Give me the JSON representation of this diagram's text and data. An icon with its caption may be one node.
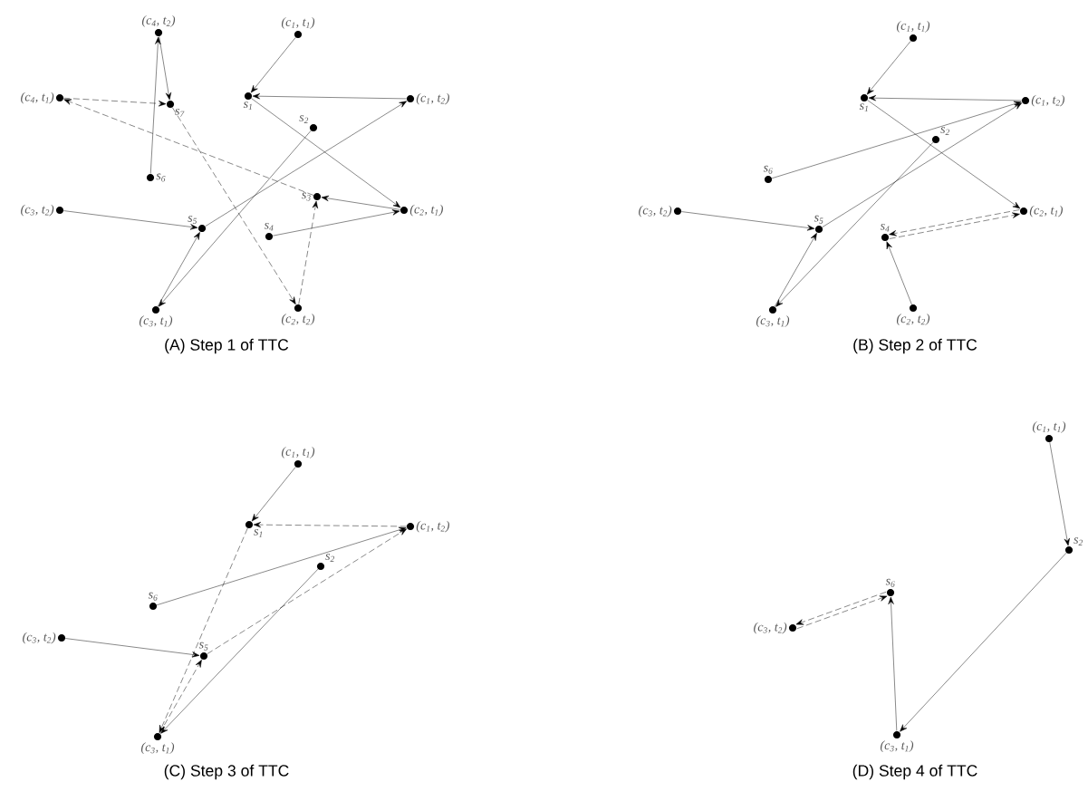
{
  "diagram": {
    "nodes": [
      {
        "text": [
          "(c$_{4}$, t$_{2}$)"
        ]
      },
      {
        "text": [
          "(c$_{1}$, t$_{1}$)"
        ]
      },
      {
        "text": [
          "(c$_{4}$, t$_{1}$)"
        ]
      },
      {
        "text": [
          "s$_{7}$"
        ]
      },
      {
        "text": [
          "s$_{1}$"
        ]
      },
      {
        "text": [
          "(c$_{1}$, t$_{2}$)"
        ]
      },
      {
        "text": [
          "s$_{2}$"
        ]
      },
      {
        "text": [
          "s$_{6}$"
        ]
      },
      {
        "text": [
          "(c$_{3}$, t$_{2}$)"
        ]
      },
      {
        "text": [
          "s$_{3}$"
        ]
      },
      {
        "text": [
          "(c$_{2}$, t$_{1}$)"
        ]
      },
      {
        "text": [
          "s$_{5}$"
        ]
      },
      {
        "text": [
          "s$_{4}$"
        ]
      },
      {
        "text": [
          "(c$_{3}$, t$_{1}$)"
        ]
      },
      {
        "text": [
          "(c$_{2}$, t$_{2}$)"
        ]
      },
      {
        "text": [
          "(c$_{1}$, t$_{1}$)"
        ]
      },
      {
        "text": [
          "s$_{1}$"
        ]
      },
      {
        "text": [
          "(c$_{1}$, t$_{2}$)"
        ]
      },
      {
        "text": [
          "s$_{2}$"
        ]
      },
      {
        "text": [
          "s$_{6}$"
        ]
      },
      {
        "text": [
          "(c$_{3}$, t$_{2}$)"
        ]
      },
      {
        "text": [
          "s$_{5}$"
        ]
      },
      {
        "text": [
          "(c$_{2}$, t$_{1}$)"
        ]
      },
      {
        "text": [
          "s$_{4}$"
        ]
      },
      {
        "text": [
          "(c$_{3}$, t$_{1}$)"
        ]
      },
      {
        "text": [
          "(c$_{2}$, t$_{2}$)"
        ]
      },
      {
        "text": [
          "(c$_{1}$, t$_{1}$)"
        ]
      },
      {
        "text": [
          "s$_{1}$"
        ]
      },
      {
        "text": [
          "(c$_{1}$, t$_{2}$)"
        ]
      },
      {
        "text": [
          "s$_{2}$"
        ]
      },
      {
        "text": [
          "s$_{6}$"
        ]
      },
      {
        "text": [
          "(c$_{3}$, t$_{2}$)"
        ]
      },
      {
        "text": [
          "s$_{5}$"
        ]
      },
      {
        "text": [
          "(c$_{3}$, t$_{1}$)"
        ]
      },
      {
        "text": [
          "(c$_{1}$, t$_{1}$)"
        ]
      },
      {
        "text": [
          "s$_{2}$"
        ]
      },
      {
        "text": [
          "s$_{6}$"
        ]
      },
      {
        "text": [
          "(c$_{3}$, t$_{2}$)"
        ]
      },
      {
        "text": [
          "(c$_{3}$, t$_{1}$)"
        ]
      }
    ],
    "edges": [
      {
        "from": 7,
        "to": 0,
        "arrow": "to"
      },
      {
        "from": 0,
        "to": 3,
        "arrow": "to"
      },
      {
        "from": 2,
        "to": 3,
        "arrow": "to",
        "style": "dashed"
      },
      {
        "from": 9,
        "to": 2,
        "arrow": "to",
        "style": "dashed"
      },
      {
        "from": 3,
        "to": 14,
        "arrow": "to",
        "style": "dashed"
      },
      {
        "from": 14,
        "to": 9,
        "arrow": "to",
        "style": "dashed"
      },
      {
        "from": 1,
        "to": 4,
        "arrow": "to"
      },
      {
        "from": 5,
        "to": 4,
        "arrow": "to"
      },
      {
        "from": 4,
        "to": 10,
        "arrow": "to"
      },
      {
        "from": 10,
        "to": 9,
        "arrow": "to"
      },
      {
        "from": 12,
        "to": 10,
        "arrow": "to"
      },
      {
        "from": 11,
        "to": 5,
        "arrow": "to"
      },
      {
        "from": 8,
        "to": 11,
        "arrow": "to"
      },
      {
        "from": 13,
        "to": 11,
        "arrow": "to"
      },
      {
        "from": 6,
        "to": 13,
        "arrow": "to"
      },
      {
        "from": 15,
        "to": 16,
        "arrow": "to"
      },
      {
        "from": 17,
        "to": 16,
        "arrow": "to"
      },
      {
        "from": 16,
        "to": 22,
        "arrow": "to"
      },
      {
        "from": 19,
        "to": 17,
        "arrow": "to"
      },
      {
        "from": 21,
        "to": 17,
        "arrow": "to"
      },
      {
        "from": 18,
        "to": 24,
        "arrow": "to"
      },
      {
        "from": 20,
        "to": 21,
        "arrow": "to"
      },
      {
        "from": 24,
        "to": 21,
        "arrow": "to"
      },
      {
        "from": 25,
        "to": 23,
        "arrow": "to"
      },
      {
        "from": 22,
        "to": 23,
        "arrow": "to",
        "style": "dashed"
      },
      {
        "from": 23,
        "to": 22,
        "arrow": "to",
        "style": "dashed"
      },
      {
        "from": 26,
        "to": 27,
        "arrow": "to"
      },
      {
        "from": 28,
        "to": 27,
        "arrow": "to",
        "style": "dashed"
      },
      {
        "from": 27,
        "to": 33,
        "arrow": "to",
        "style": "dashed"
      },
      {
        "from": 33,
        "to": 32,
        "arrow": "to",
        "style": "dashed"
      },
      {
        "from": 32,
        "to": 28,
        "arrow": "to",
        "style": "dashed"
      },
      {
        "from": 30,
        "to": 28,
        "arrow": "to"
      },
      {
        "from": 31,
        "to": 32,
        "arrow": "to"
      },
      {
        "from": 29,
        "to": 33,
        "arrow": "to"
      },
      {
        "from": 34,
        "to": 35,
        "arrow": "to"
      },
      {
        "from": 35,
        "to": 38,
        "arrow": "to"
      },
      {
        "from": 38,
        "to": 36,
        "arrow": "to"
      },
      {
        "from": 36,
        "to": 37,
        "arrow": "to",
        "style": "dashed"
      },
      {
        "from": 37,
        "to": 36,
        "arrow": "to",
        "style": "dashed"
      }
    ],
    "labels": [
      "(A) Step 1 of TTC",
      "(B) Step 2 of TTC",
      "(C) Step 3 of TTC",
      "(D) Step 4 of TTC"
    ]
  }
}
